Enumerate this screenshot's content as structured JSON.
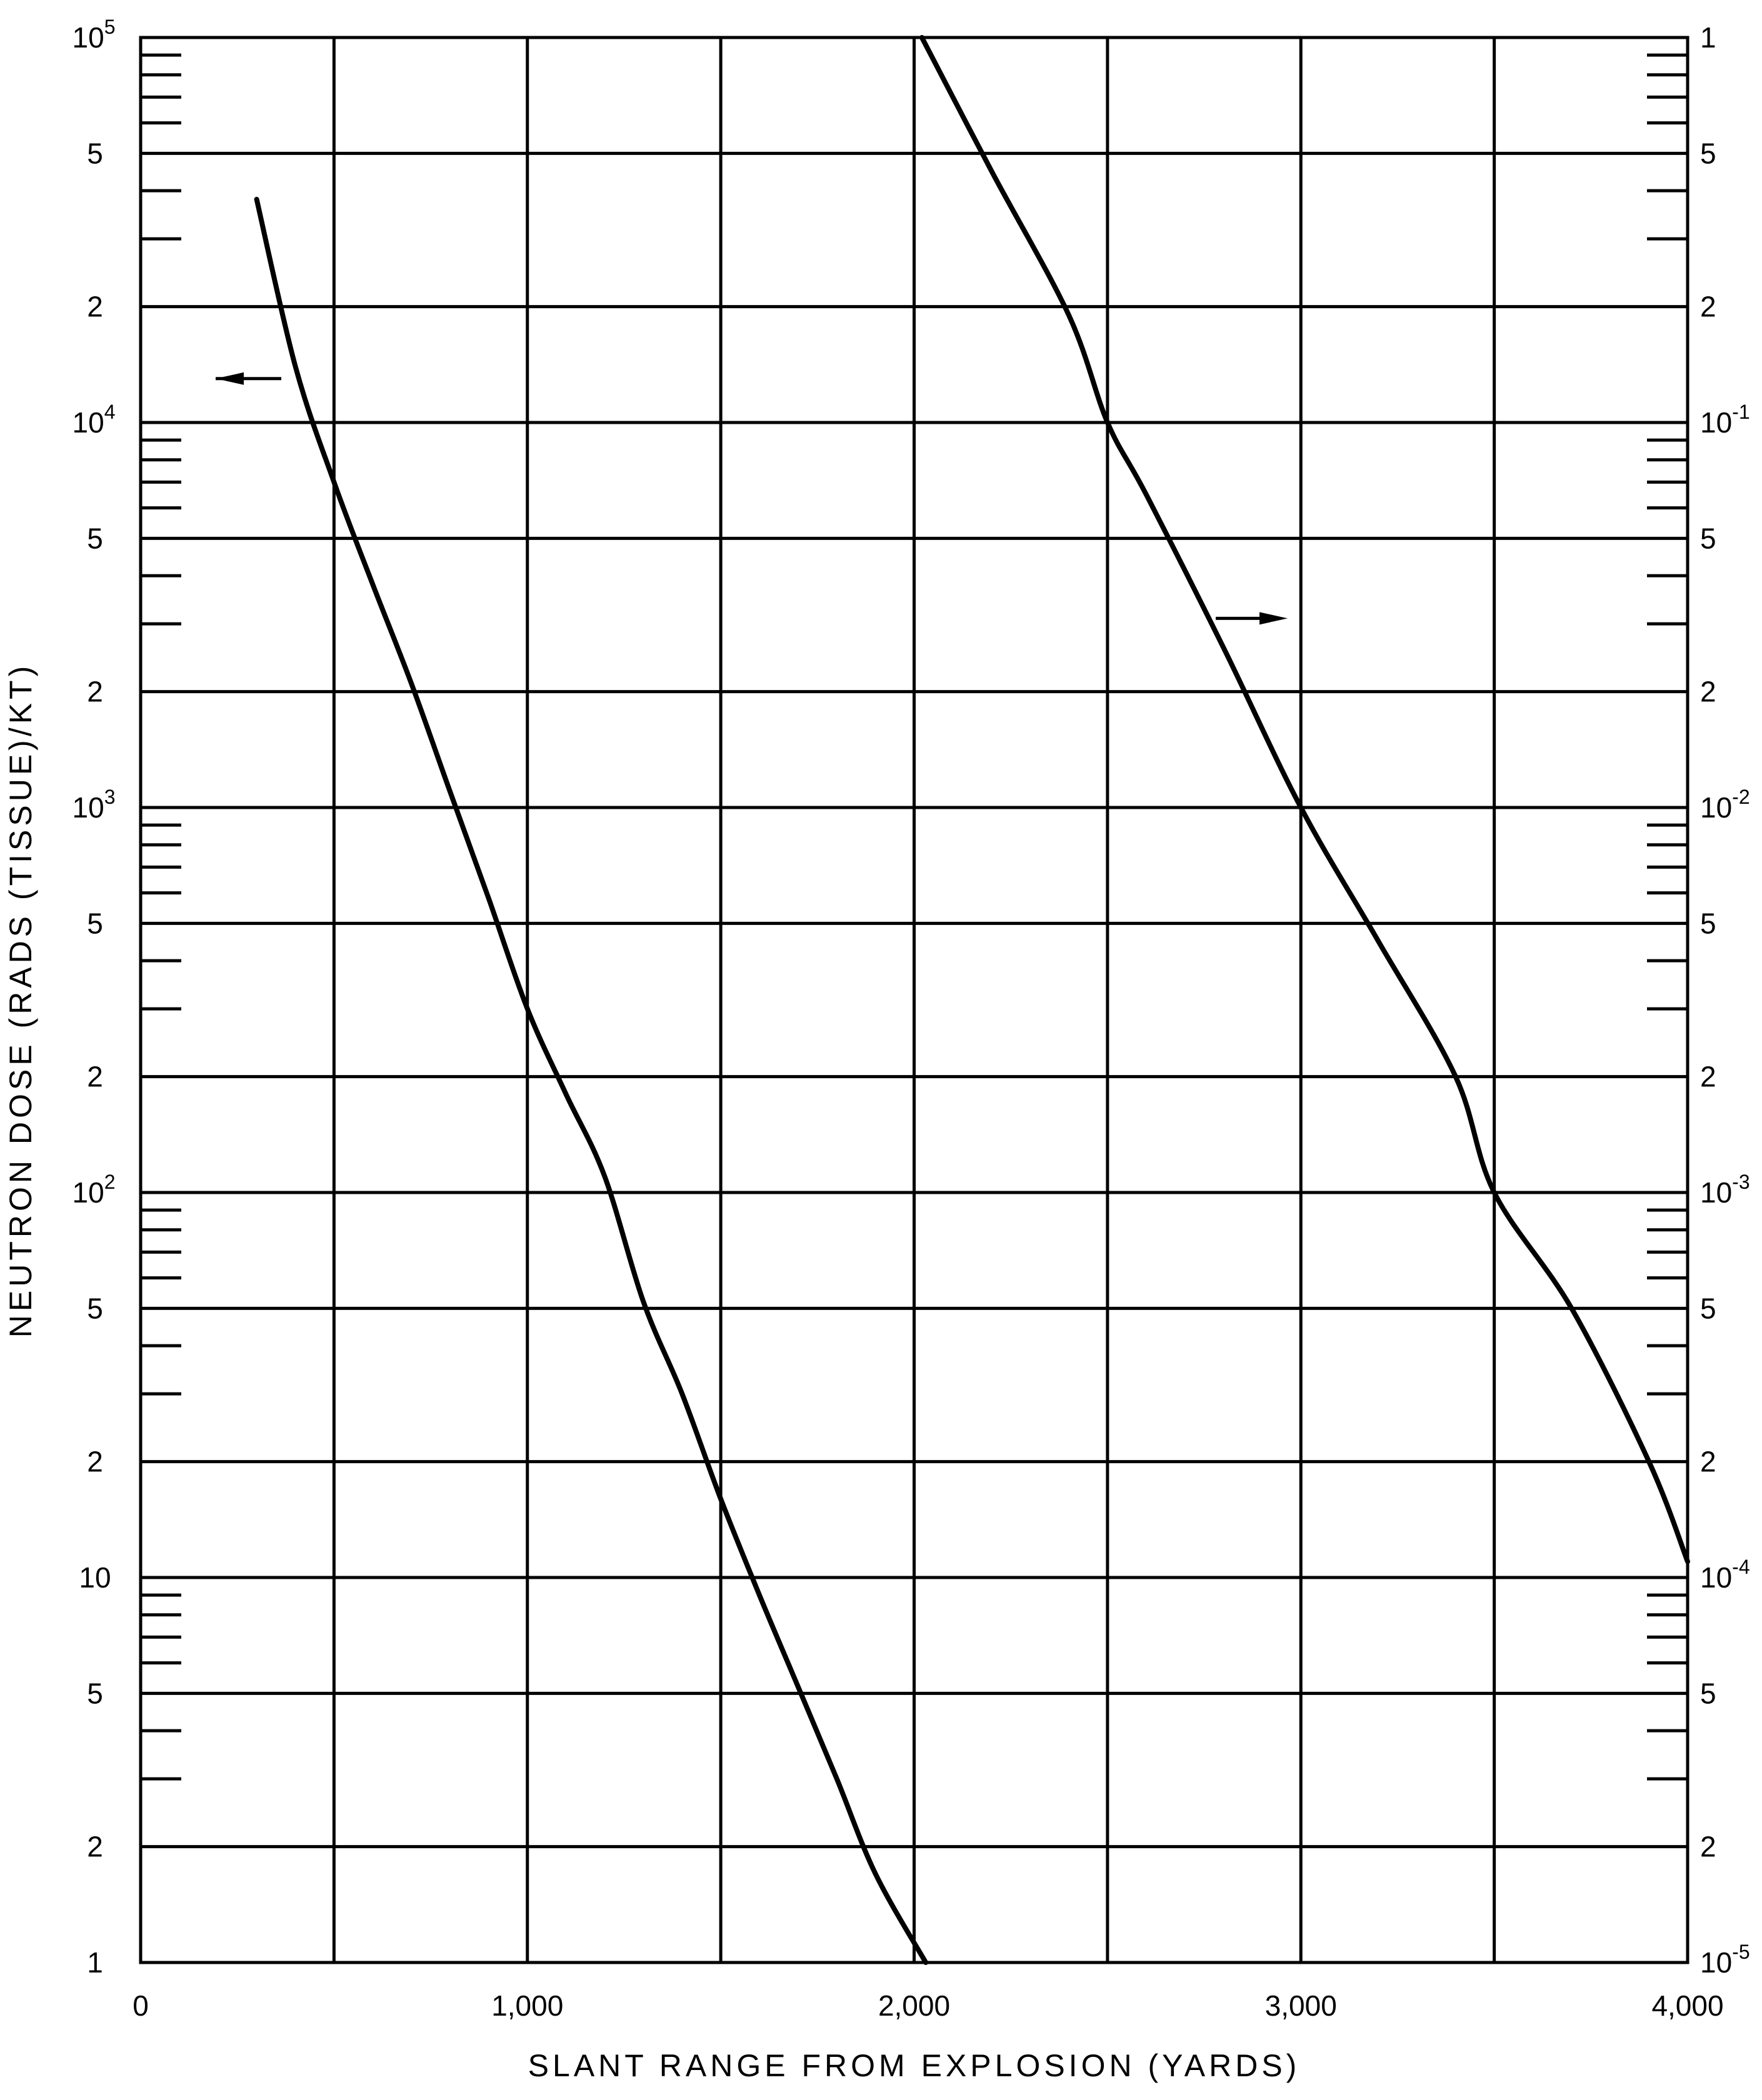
{
  "chart_data": {
    "type": "line",
    "title": "",
    "xlabel": "SLANT RANGE FROM EXPLOSION (YARDS)",
    "ylabel": "NEUTRON DOSE (RADS (TISSUE)/KT)",
    "xlim": [
      0,
      4000
    ],
    "ylim_left": [
      1,
      100000
    ],
    "ylim_right": [
      1e-05,
      1
    ],
    "y_scale": "log",
    "grid": true,
    "x_ticks": [
      {
        "value": 0,
        "label": "0"
      },
      {
        "value": 1000,
        "label": "1,000"
      },
      {
        "value": 2000,
        "label": "2,000"
      },
      {
        "value": 3000,
        "label": "3,000"
      },
      {
        "value": 4000,
        "label": "4,000"
      }
    ],
    "left_y_ticks": [
      {
        "value": 1,
        "label": "1"
      },
      {
        "value": 2,
        "label": "2"
      },
      {
        "value": 5,
        "label": "5"
      },
      {
        "value": 10,
        "label": "10"
      },
      {
        "value": 20,
        "label": "2"
      },
      {
        "value": 50,
        "label": "5"
      },
      {
        "value": 100,
        "label": "10",
        "sup": "2"
      },
      {
        "value": 200,
        "label": "2"
      },
      {
        "value": 500,
        "label": "5"
      },
      {
        "value": 1000,
        "label": "10",
        "sup": "3"
      },
      {
        "value": 2000,
        "label": "2"
      },
      {
        "value": 5000,
        "label": "5"
      },
      {
        "value": 10000,
        "label": "10",
        "sup": "4"
      },
      {
        "value": 20000,
        "label": "2"
      },
      {
        "value": 50000,
        "label": "5"
      },
      {
        "value": 100000,
        "label": "10",
        "sup": "5"
      }
    ],
    "right_y_ticks": [
      {
        "value": 1e-05,
        "label": "10",
        "sup": "-5"
      },
      {
        "value": 2e-05,
        "label": "2"
      },
      {
        "value": 5e-05,
        "label": "5"
      },
      {
        "value": 0.0001,
        "label": "10",
        "sup": "-4"
      },
      {
        "value": 0.0002,
        "label": "2"
      },
      {
        "value": 0.0005,
        "label": "5"
      },
      {
        "value": 0.001,
        "label": "10",
        "sup": "-3"
      },
      {
        "value": 0.002,
        "label": "2"
      },
      {
        "value": 0.005,
        "label": "5"
      },
      {
        "value": 0.01,
        "label": "10",
        "sup": "-2"
      },
      {
        "value": 0.02,
        "label": "2"
      },
      {
        "value": 0.05,
        "label": "5"
      },
      {
        "value": 0.1,
        "label": "10",
        "sup": "-1"
      },
      {
        "value": 0.2,
        "label": "2"
      },
      {
        "value": 0.5,
        "label": "5"
      },
      {
        "value": 1,
        "label": "1"
      }
    ],
    "series": [
      {
        "axis": "left",
        "indicator_arrow": "left",
        "points": [
          {
            "x": 300,
            "y": 38000
          },
          {
            "x": 400,
            "y": 14000
          },
          {
            "x": 500,
            "y": 7000
          },
          {
            "x": 600,
            "y": 3800
          },
          {
            "x": 700,
            "y": 2100
          },
          {
            "x": 800,
            "y": 1100
          },
          {
            "x": 900,
            "y": 580
          },
          {
            "x": 1000,
            "y": 300
          },
          {
            "x": 1100,
            "y": 180
          },
          {
            "x": 1200,
            "y": 110
          },
          {
            "x": 1300,
            "y": 52
          },
          {
            "x": 1400,
            "y": 30
          },
          {
            "x": 1500,
            "y": 16
          },
          {
            "x": 1600,
            "y": 9
          },
          {
            "x": 1700,
            "y": 5.2
          },
          {
            "x": 1800,
            "y": 3
          },
          {
            "x": 1900,
            "y": 1.7
          },
          {
            "x": 2030,
            "y": 1
          }
        ]
      },
      {
        "axis": "right",
        "indicator_arrow": "right",
        "points": [
          {
            "x": 2020,
            "y": 1
          },
          {
            "x": 2200,
            "y": 0.45
          },
          {
            "x": 2400,
            "y": 0.19
          },
          {
            "x": 2500,
            "y": 0.1
          },
          {
            "x": 2600,
            "y": 0.065
          },
          {
            "x": 2800,
            "y": 0.026
          },
          {
            "x": 3000,
            "y": 0.01
          },
          {
            "x": 3200,
            "y": 0.0045
          },
          {
            "x": 3400,
            "y": 0.002
          },
          {
            "x": 3500,
            "y": 0.001
          },
          {
            "x": 3700,
            "y": 0.0005
          },
          {
            "x": 3900,
            "y": 0.0002
          },
          {
            "x": 4000,
            "y": 0.00011
          }
        ]
      }
    ]
  }
}
